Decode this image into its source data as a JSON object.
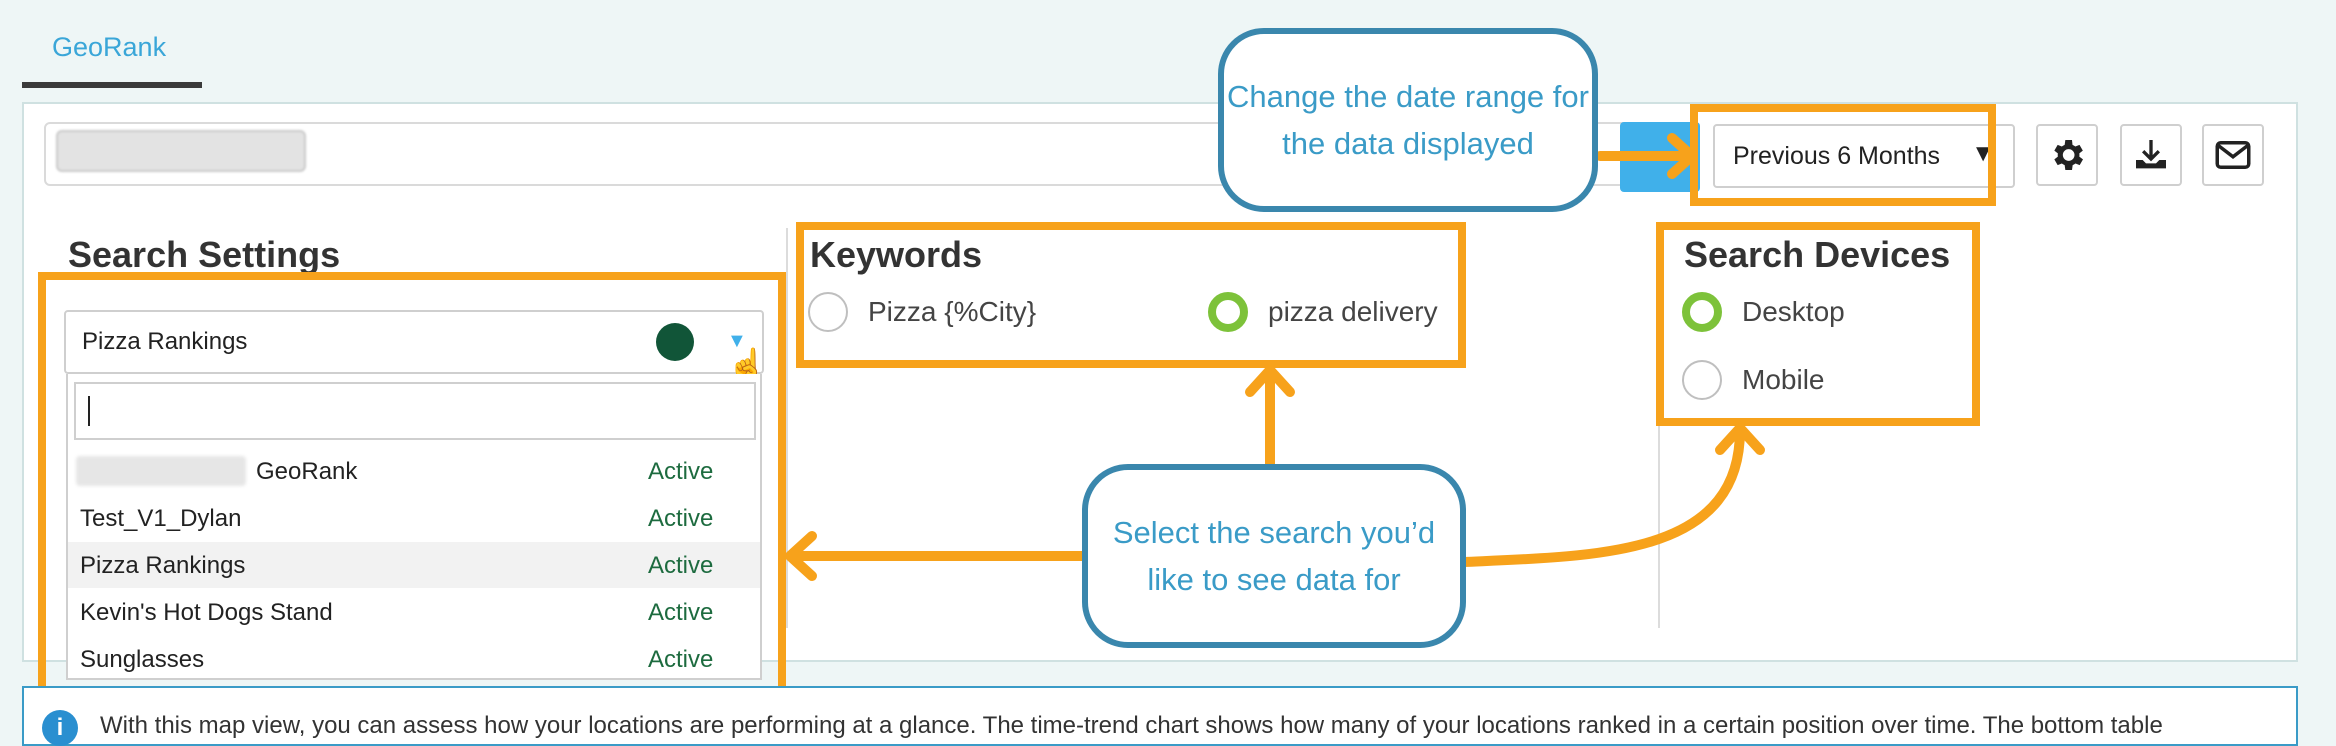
{
  "tabs": [
    {
      "label": "GeoRank"
    }
  ],
  "toolbar": {
    "date_range": "Previous 6 Months",
    "date_arrow": "▼"
  },
  "search_settings": {
    "title": "Search Settings",
    "selected": "Pizza Rankings",
    "search_value": "",
    "options": [
      {
        "name": "GeoRank",
        "status": "Active"
      },
      {
        "name": "Test_V1_Dylan",
        "status": "Active"
      },
      {
        "name": "Pizza Rankings",
        "status": "Active"
      },
      {
        "name": "Kevin's Hot Dogs Stand",
        "status": "Active"
      },
      {
        "name": "Sunglasses",
        "status": "Active"
      }
    ]
  },
  "keywords": {
    "title": "Keywords",
    "items": [
      {
        "label": "Pizza {%City}",
        "checked": false
      },
      {
        "label": "pizza delivery",
        "checked": true
      }
    ]
  },
  "search_devices": {
    "title": "Search Devices",
    "items": [
      {
        "label": "Desktop",
        "checked": true
      },
      {
        "label": "Mobile",
        "checked": false
      }
    ]
  },
  "callouts": {
    "date_range": "Change the date range for the data displayed",
    "select_search": "Select the search you’d like to see data for"
  },
  "info": {
    "icon": "i",
    "text": "With this map view, you can assess how your locations are performing at a glance. The time-trend chart shows how many of your locations ranked in a certain position over time. The bottom table"
  },
  "colors": {
    "accent_blue": "#40b0ea",
    "highlight_orange": "#f7a21b",
    "callout_border": "#3a87ad",
    "status_green": "#1d6b3f",
    "radio_green": "#7dc23a"
  }
}
